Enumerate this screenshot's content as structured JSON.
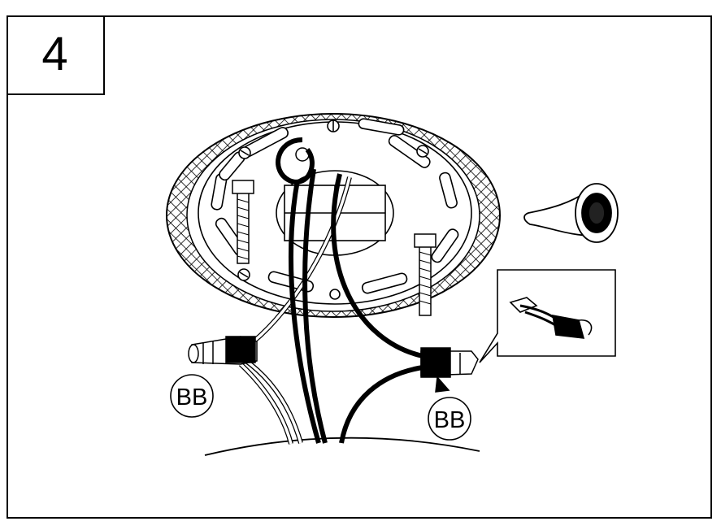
{
  "step": {
    "number": "4"
  },
  "labels": {
    "connector_left": "BB",
    "connector_right": "BB"
  },
  "colors": {
    "line": "#000000",
    "background": "#ffffff"
  }
}
